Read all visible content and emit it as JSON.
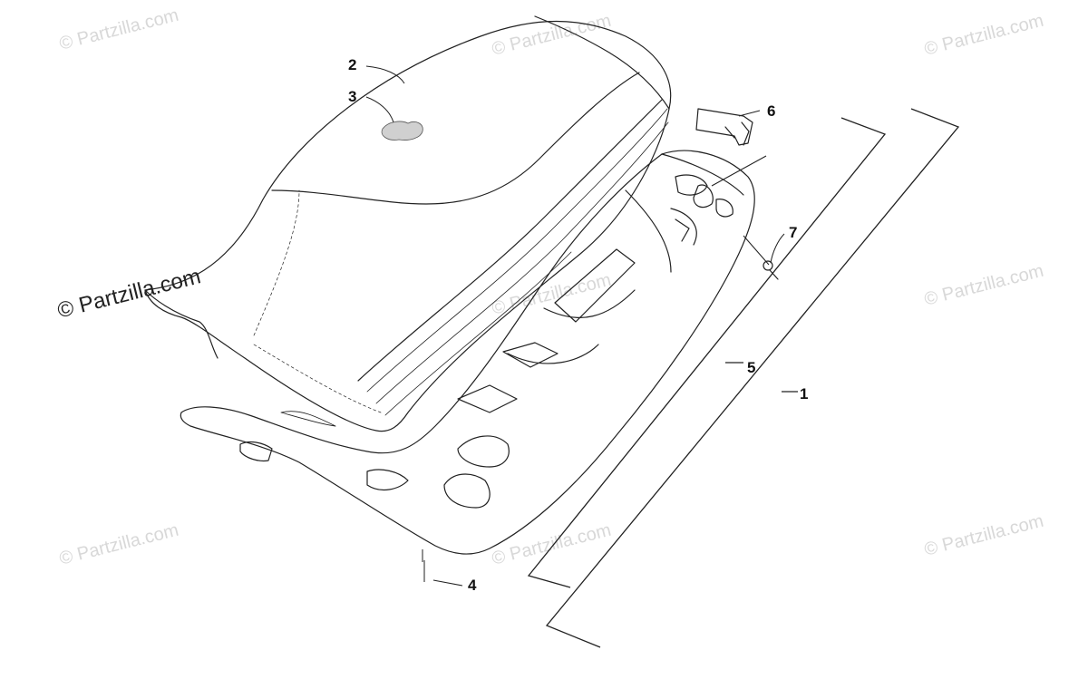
{
  "watermark": {
    "text": "© Partzilla.com"
  },
  "callouts": {
    "c1": "1",
    "c2": "2",
    "c3": "3",
    "c4": "4",
    "c5": "5",
    "c6": "6",
    "c7": "7"
  },
  "colors": {
    "line": "#222222",
    "watermark": "#d8d8d8",
    "foam": "#d0d0d0"
  }
}
